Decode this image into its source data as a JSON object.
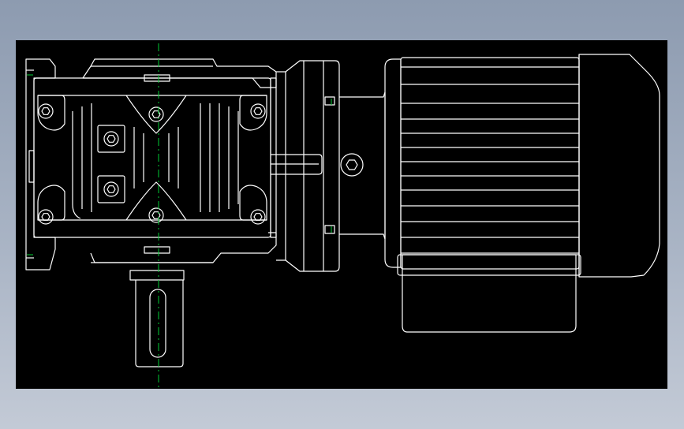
{
  "drawing": {
    "background_color": "#000000",
    "line_color": "#ffffff",
    "centerline_color": "#00cc33",
    "components": [
      "gearbox-housing",
      "output-shaft",
      "adapter-flange",
      "motor-body",
      "motor-fan-cover",
      "terminal-box"
    ]
  }
}
